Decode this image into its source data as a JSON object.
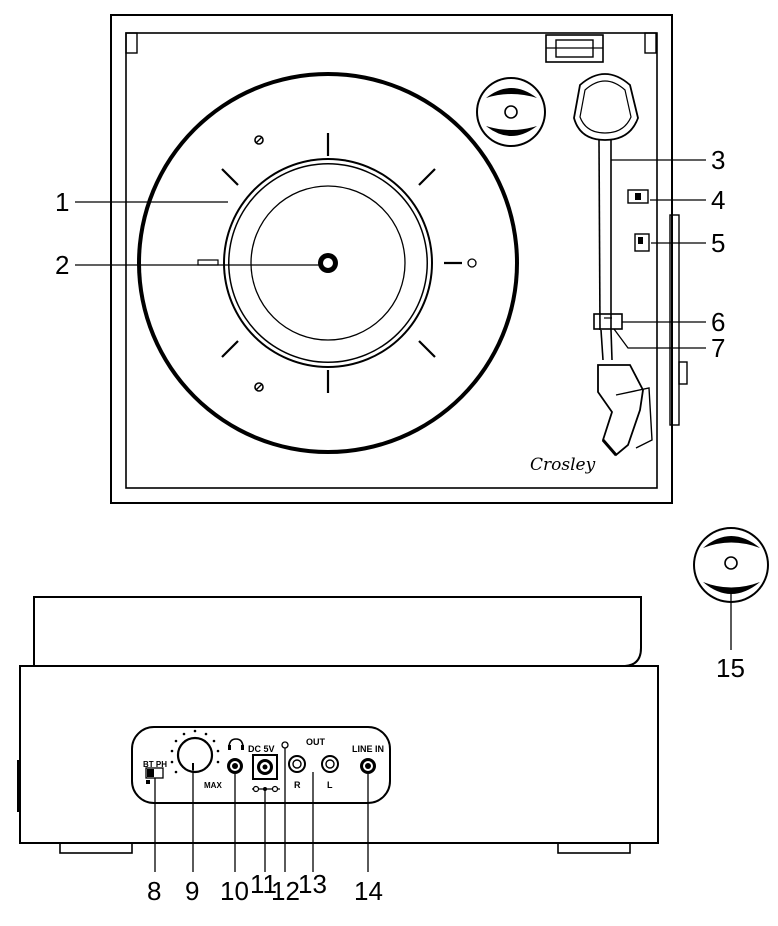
{
  "brand": "Crosley",
  "callouts": [
    {
      "id": "1",
      "label": "1"
    },
    {
      "id": "2",
      "label": "2"
    },
    {
      "id": "3",
      "label": "3"
    },
    {
      "id": "4",
      "label": "4"
    },
    {
      "id": "5",
      "label": "5"
    },
    {
      "id": "6",
      "label": "6"
    },
    {
      "id": "7",
      "label": "7"
    },
    {
      "id": "8",
      "label": "8"
    },
    {
      "id": "9",
      "label": "9"
    },
    {
      "id": "10",
      "label": "10"
    },
    {
      "id": "11",
      "label": "11"
    },
    {
      "id": "12",
      "label": "12"
    },
    {
      "id": "13",
      "label": "13"
    },
    {
      "id": "14",
      "label": "14"
    },
    {
      "id": "15",
      "label": "15"
    }
  ],
  "rear_panel": {
    "switch_label": "BT PH",
    "max_label": "MAX",
    "dc_label": "DC 5V",
    "out_label": "OUT",
    "right_label": "R",
    "left_label": "L",
    "line_in_label": "LINE IN"
  }
}
